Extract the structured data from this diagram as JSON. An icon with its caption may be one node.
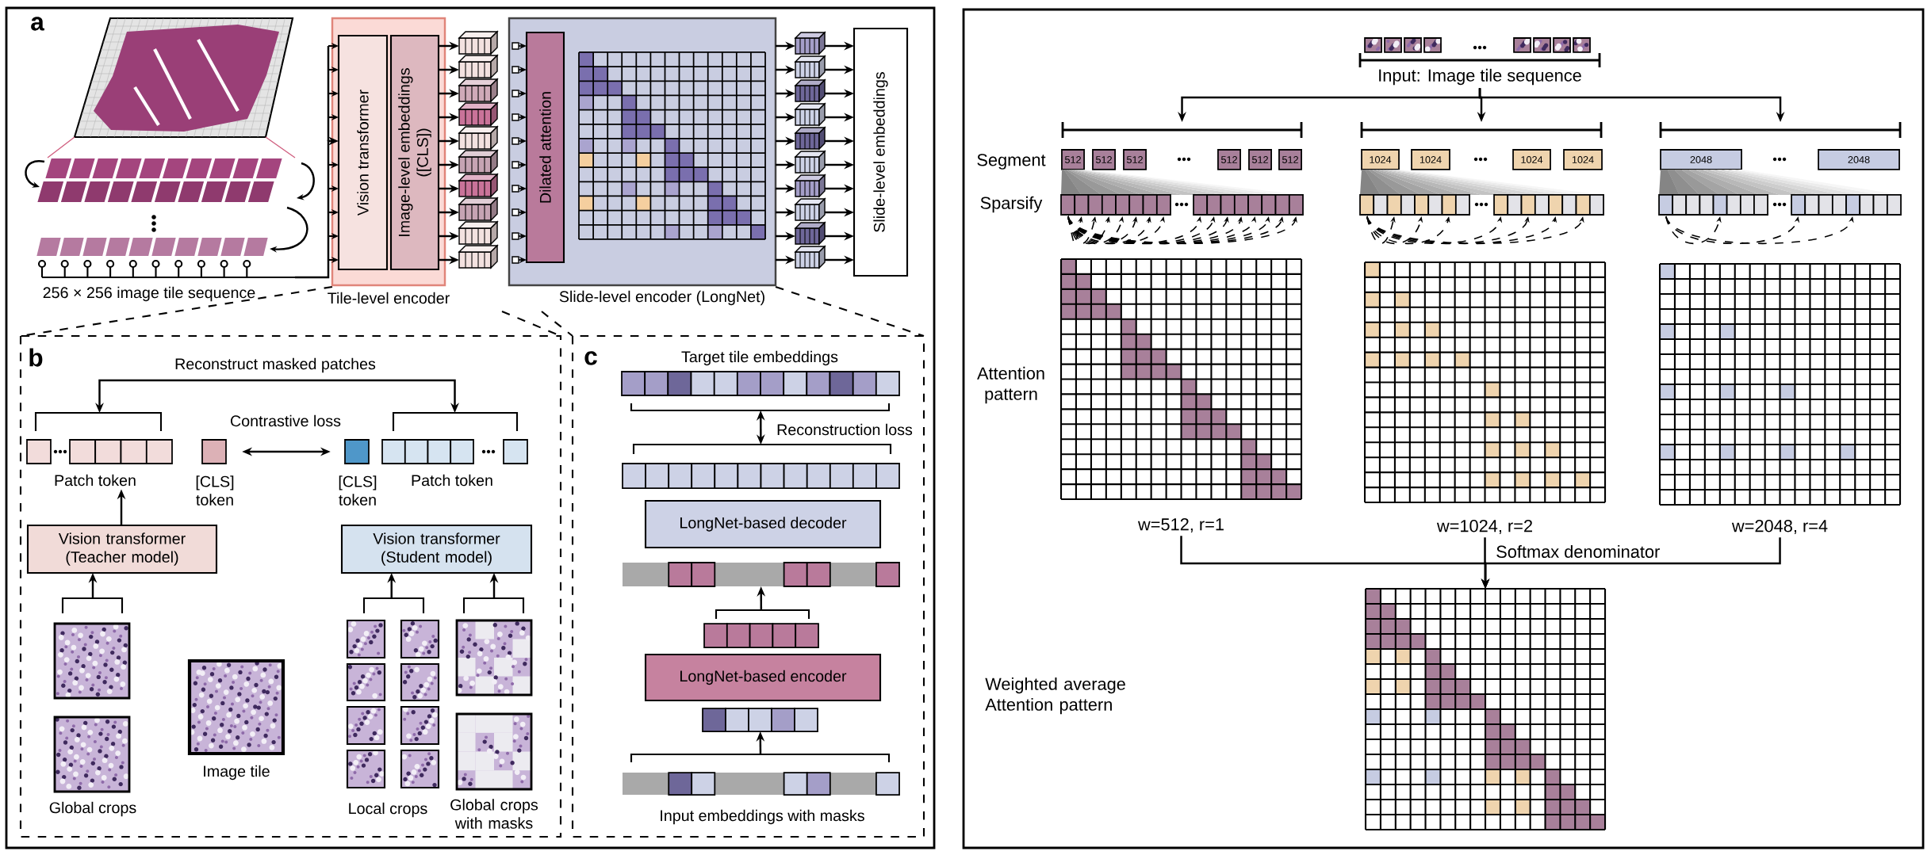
{
  "diagram": {
    "nodes": [
      {
        "text": [
          "Tile-level encoder"
        ]
      },
      {
        "text": [
          "Vision transformer"
        ],
        "in": 0
      },
      {
        "text": [
          "Image-level embeddings ([CLS])"
        ],
        "in": 0
      },
      {
        "text": [
          "Slide-level encoder (LongNet)"
        ]
      },
      {
        "text": [
          "Dilated attention"
        ],
        "in": 3
      },
      {
        "text": [
          "Slide-level embeddings"
        ]
      },
      {
        "text": [
          "256 × 256 image tile sequence"
        ]
      },
      {
        "text": [],
        "shape": "picture"
      },
      {
        "text": [],
        "shape": "picture"
      },
      {
        "text": [
          "Patch token"
        ]
      },
      {
        "text": [
          "[CLS] token"
        ]
      },
      {
        "text": [
          "[CLS] token"
        ]
      },
      {
        "text": [
          "Patch token"
        ]
      },
      {
        "text": [
          "Vision transformer (Teacher model)"
        ]
      },
      {
        "text": [
          "Vision transformer (Student model)"
        ]
      },
      {
        "text": [
          "Global crops"
        ]
      },
      {
        "text": [
          "Image tile"
        ]
      },
      {
        "text": [
          "Local crops"
        ]
      },
      {
        "text": [
          "Global crops with masks"
        ]
      },
      {
        "text": [
          "Target tile embeddings"
        ]
      },
      {
        "text": [],
        "shape": "bar"
      },
      {
        "text": [
          "LongNet-based decoder"
        ]
      },
      {
        "text": [],
        "shape": "bar"
      },
      {
        "text": [],
        "shape": "bar"
      },
      {
        "text": [
          "LongNet-based encoder"
        ]
      },
      {
        "text": [],
        "shape": "bar"
      },
      {
        "text": [
          "Input embeddings with masks"
        ]
      },
      {
        "text": [
          "Input: Image tile sequence"
        ]
      },
      {
        "text": [],
        "shape": "bracket"
      },
      {
        "text": [],
        "shape": "bracket"
      },
      {
        "text": [],
        "shape": "bracket"
      },
      {
        "text": [
          "512"
        ]
      },
      {
        "text": [
          "512"
        ]
      },
      {
        "text": [
          "512"
        ]
      },
      {
        "text": [
          "512"
        ]
      },
      {
        "text": [
          "512"
        ]
      },
      {
        "text": [
          "512"
        ]
      },
      {
        "text": [
          "1024"
        ]
      },
      {
        "text": [
          "1024"
        ]
      },
      {
        "text": [
          "1024"
        ]
      },
      {
        "text": [
          "1024"
        ]
      },
      {
        "text": [
          "2048"
        ]
      },
      {
        "text": [
          "2048"
        ]
      },
      {
        "text": [
          "w=512, r=1"
        ]
      },
      {
        "text": [
          "w=1024, r=2"
        ]
      },
      {
        "text": [
          "w=2048, r=4"
        ]
      },
      {
        "text": [],
        "shape": "box"
      }
    ],
    "edges": [
      {
        "from": 6,
        "to": 1,
        "arrow": "to"
      },
      {
        "from": 2,
        "to": 7,
        "arrow": "to"
      },
      {
        "from": 2,
        "to": 7,
        "arrow": "to"
      },
      {
        "from": 2,
        "to": 7,
        "arrow": "to"
      },
      {
        "from": 2,
        "to": 7,
        "arrow": "to"
      },
      {
        "from": 2,
        "to": 7,
        "arrow": "to"
      },
      {
        "from": 2,
        "to": 7,
        "arrow": "to"
      },
      {
        "from": 2,
        "to": 7,
        "arrow": "to"
      },
      {
        "from": 2,
        "to": 7,
        "arrow": "to"
      },
      {
        "from": 2,
        "to": 7,
        "arrow": "to"
      },
      {
        "from": 2,
        "to": 7,
        "arrow": "to"
      },
      {
        "from": 3,
        "to": 8,
        "arrow": "to"
      },
      {
        "from": 3,
        "to": 8,
        "arrow": "to"
      },
      {
        "from": 3,
        "to": 8,
        "arrow": "to"
      },
      {
        "from": 3,
        "to": 8,
        "arrow": "to"
      },
      {
        "from": 3,
        "to": 8,
        "arrow": "to"
      },
      {
        "from": 3,
        "to": 8,
        "arrow": "to"
      },
      {
        "from": 3,
        "to": 8,
        "arrow": "to"
      },
      {
        "from": 3,
        "to": 8,
        "arrow": "to"
      },
      {
        "from": 3,
        "to": 8,
        "arrow": "to"
      },
      {
        "from": 3,
        "to": 8,
        "arrow": "to"
      },
      {
        "from": 8,
        "to": 5,
        "arrow": "to"
      },
      {
        "from": 8,
        "to": 5,
        "arrow": "to"
      },
      {
        "from": 8,
        "to": 5,
        "arrow": "to"
      },
      {
        "from": 8,
        "to": 5,
        "arrow": "to"
      },
      {
        "from": 8,
        "to": 5,
        "arrow": "to"
      },
      {
        "from": 8,
        "to": 5,
        "arrow": "to"
      },
      {
        "from": 8,
        "to": 5,
        "arrow": "to"
      },
      {
        "from": 8,
        "to": 5,
        "arrow": "to"
      },
      {
        "from": 8,
        "to": 5,
        "arrow": "to"
      },
      {
        "from": 8,
        "to": 5,
        "arrow": "to"
      },
      {
        "from": 9,
        "to": 12,
        "arrow": "both",
        "label": "Reconstruct masked patches"
      },
      {
        "from": 10,
        "to": 11,
        "arrow": "both",
        "label": "Contrastive loss"
      },
      {
        "from": 13,
        "to": 9,
        "arrow": "to"
      },
      {
        "from": 15,
        "to": 13,
        "arrow": "to"
      },
      {
        "from": 17,
        "to": 14,
        "arrow": "to"
      },
      {
        "from": 18,
        "to": 14,
        "arrow": "to"
      },
      {
        "from": 20,
        "to": 19,
        "arrow": "both",
        "label": "Reconstruction loss"
      },
      {
        "from": 23,
        "to": 22,
        "arrow": "to"
      },
      {
        "from": 26,
        "to": 25,
        "arrow": "to"
      },
      {
        "from": 27,
        "to": 28,
        "arrow": "to"
      },
      {
        "from": 27,
        "to": 29,
        "arrow": "to"
      },
      {
        "from": 27,
        "to": 30,
        "arrow": "to"
      },
      {
        "from": 43,
        "to": 46,
        "arrow": "to"
      },
      {
        "from": 44,
        "to": 46,
        "arrow": "to",
        "label": "Softmax denominator"
      },
      {
        "from": 45,
        "to": 46,
        "arrow": "to"
      }
    ],
    "labels": [
      "a",
      "b",
      "c",
      "Segment",
      "Sparsify",
      "Attention pattern",
      "Weighted average Attention pattern"
    ]
  }
}
